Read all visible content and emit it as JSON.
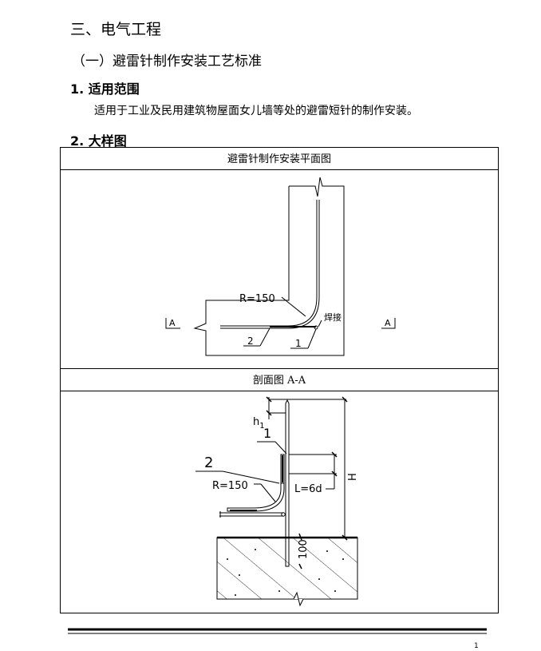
{
  "section_title": "三、电气工程",
  "subsection_title": "（一）避雷针制作安装工艺标准",
  "heading_scope": "1. 适用范围",
  "scope_text": "适用于工业及民用建筑物屋面女儿墙等处的避雷短针的制作安装。",
  "heading_detail": "2. 大样图",
  "figure1": {
    "caption": "避雷针制作安装平面图",
    "radius_label": "R=150",
    "weld_label": "焊接",
    "label_1": "1",
    "label_2": "2",
    "section_left": "A",
    "section_right": "A"
  },
  "figure2": {
    "caption": "剖面图 A-A",
    "h1_label": "h",
    "h1_sub": "1",
    "label_1": "1",
    "label_2": "2",
    "radius_label": "R=150",
    "length_label": "L=6d",
    "height_label": "H",
    "depth_label": "100"
  },
  "page_number": "1"
}
